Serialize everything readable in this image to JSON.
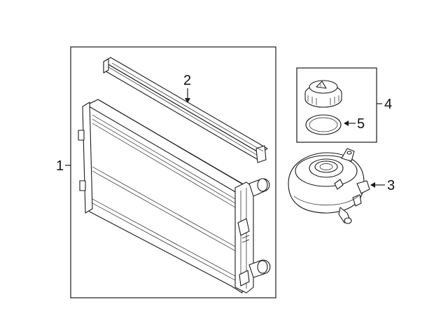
{
  "callouts": {
    "c1": "1",
    "c2": "2",
    "c3": "3",
    "c4": "4",
    "c5": "5"
  },
  "parts": {
    "p1": "radiator",
    "p2": "air-deflector-seal",
    "p3": "coolant-reservoir",
    "p4": "reservoir-cap",
    "p5": "cap-gasket"
  },
  "colors": {
    "line": "#1a1a1a",
    "background": "#ffffff"
  }
}
